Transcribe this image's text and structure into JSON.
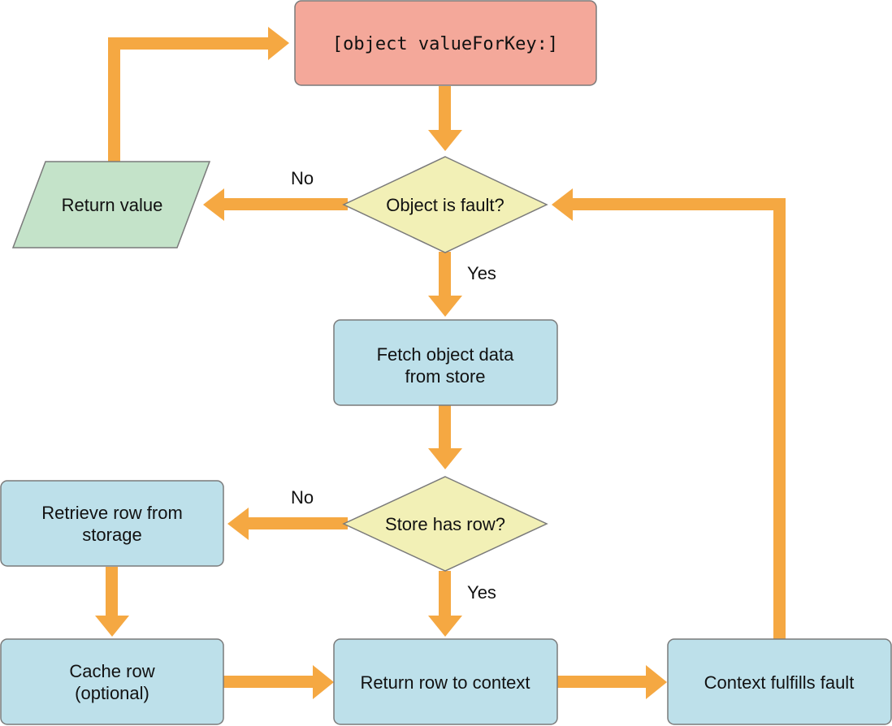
{
  "colors": {
    "arrow": "#F5A842",
    "start_fill": "#F4A89A",
    "decision_fill": "#F2F0B6",
    "process_fill": "#BDE0EA",
    "output_fill": "#C4E3C9",
    "stroke": "#7A7A7A"
  },
  "nodes": {
    "start": {
      "text": "[object valueForKey:]"
    },
    "is_fault": {
      "text": "Object is fault?"
    },
    "return_value": {
      "text": "Return value"
    },
    "fetch": {
      "line1": "Fetch object data",
      "line2": "from store"
    },
    "has_row": {
      "text": "Store has row?"
    },
    "retrieve": {
      "line1": "Retrieve row from",
      "line2": "storage"
    },
    "cache": {
      "line1": "Cache row",
      "line2": "(optional)"
    },
    "return_row": {
      "text": "Return row to context"
    },
    "fulfill": {
      "text": "Context fulfills fault"
    }
  },
  "edge_labels": {
    "fault_no": "No",
    "fault_yes": "Yes",
    "row_no": "No",
    "row_yes": "Yes"
  }
}
